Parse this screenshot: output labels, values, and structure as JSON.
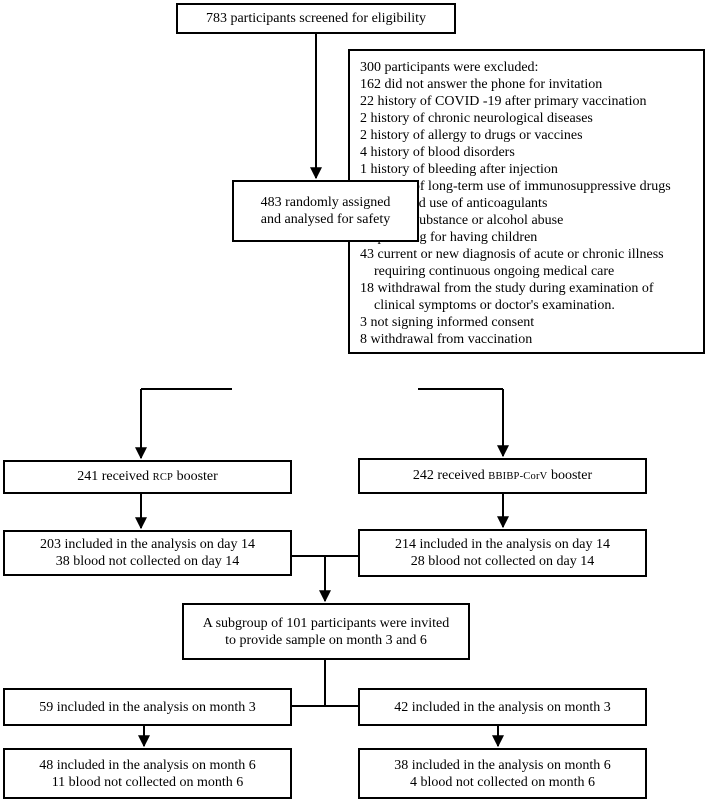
{
  "screening": {
    "text": "783 participants screened for eligibility"
  },
  "exclusion": {
    "heading": "300 participants were excluded:",
    "items": [
      "162 did not answer the phone for invitation",
      "22 history of COVID -19 after primary vaccination",
      "2 history of chronic neurological diseases",
      "2 history of allergy to drugs or vaccines",
      "4 history of blood disorders",
      "1 history of bleeding after injection",
      "6 history of long-term use of immunosuppressive drugs",
      "7 continued use of anticoagulants",
      "2 current substance or alcohol abuse",
      "20 planning for having children",
      "43 current or new diagnosis of acute or chronic illness",
      "requiring continuous ongoing medical care",
      "18 withdrawal from the study during examination of",
      "clinical symptoms or doctor's examination.",
      "3 not signing informed consent",
      "8 withdrawal from vaccination"
    ]
  },
  "randomized": {
    "line1": "483 randomly assigned",
    "line2": "and analysed for safety"
  },
  "arm_rcp": {
    "prefix": "241 received ",
    "vaccine": "RCP",
    "suffix": " booster",
    "day14_line1": "203 included in the analysis on day 14",
    "day14_line2": "38 blood not collected on day 14",
    "month3": "59 included in the analysis on month 3",
    "month6_line1": "48 included in the analysis on month 6",
    "month6_line2": "11 blood not collected on month 6"
  },
  "arm_bbibp": {
    "prefix": "242 received ",
    "vaccine": "BBIBP-CorV",
    "suffix": " booster",
    "day14_line1": "214 included in the analysis on day 14",
    "day14_line2": "28 blood not collected on day 14",
    "month3": "42 included in the analysis on month 3",
    "month6_line1": "38 included in the analysis on month 6",
    "month6_line2": "4 blood not collected on month 6"
  },
  "subgroup": {
    "line1": "A subgroup of 101 participants were invited",
    "line2": "to provide sample on month 3 and 6"
  }
}
